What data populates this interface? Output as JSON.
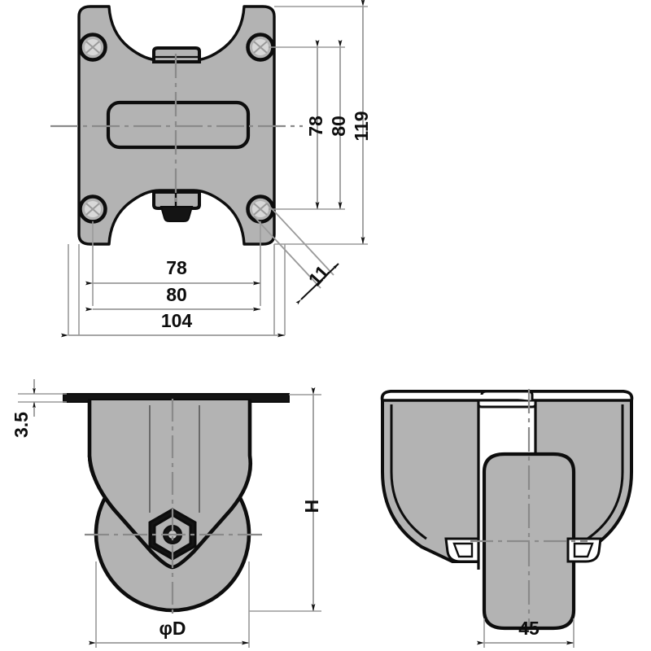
{
  "drawing": {
    "title": "Fixed caster plate-mount technical drawing",
    "background_color": "#ffffff",
    "fill_color": "#b3b3b3",
    "line_color": "#0d0d0d",
    "dim_line_color": "#8c8c8c",
    "center_line_color": "#8a8a8a"
  },
  "views": {
    "top": {
      "name": "top-plate-view",
      "dimensions": {
        "height_outer": "119",
        "height_bolt_outer": "80",
        "height_bolt_inner": "78",
        "width_outer": "104",
        "width_bolt_outer": "80",
        "width_bolt_inner": "78",
        "bolt_hole_dia": "11"
      }
    },
    "front": {
      "name": "front-elevation-view",
      "dimensions": {
        "plate_thickness": "3.5",
        "overall_height": "H",
        "wheel_diameter": "φD"
      }
    },
    "side": {
      "name": "side-elevation-view",
      "dimensions": {
        "wheel_width": "45"
      }
    }
  },
  "labels": {
    "d119": "119",
    "d80v": "80",
    "d78v": "78",
    "d104": "104",
    "d80h": "80",
    "d78h": "78",
    "d11": "11",
    "d35": "3.5",
    "dH": "H",
    "dPhiD": "φD",
    "d45": "45"
  }
}
